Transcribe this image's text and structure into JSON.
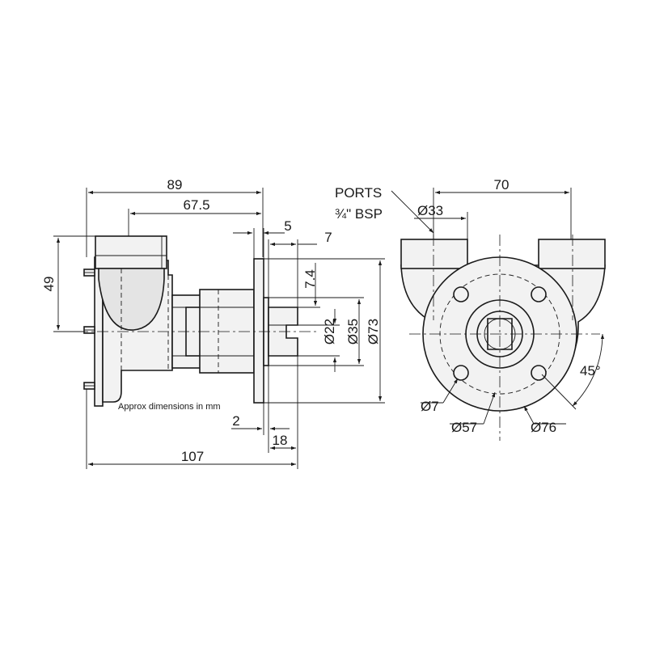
{
  "side_view": {
    "dim_overall_width_top": "89",
    "dim_port_offset": "67.5",
    "dim_flange_thickness": "5",
    "dim_shaft_step": "7",
    "dim_height": "49",
    "dim_key_height": "7.4",
    "dim_shaft_diameter": "Ø22",
    "dim_spigot_diameter": "Ø35",
    "dim_flange_diameter": "Ø73",
    "dim_spigot_length": "2",
    "dim_shaft_length": "18",
    "dim_overall_length": "107",
    "note": "Approx dimensions in mm"
  },
  "end_view": {
    "ports_label": "PORTS",
    "ports_thread": "¾\" BSP",
    "dim_port_spacing": "70",
    "dim_port_diameter": "Ø33",
    "dim_angle": "45°",
    "dim_bolt_hole": "Ø7",
    "dim_pcd": "Ø57",
    "dim_body_diameter": "Ø76"
  }
}
